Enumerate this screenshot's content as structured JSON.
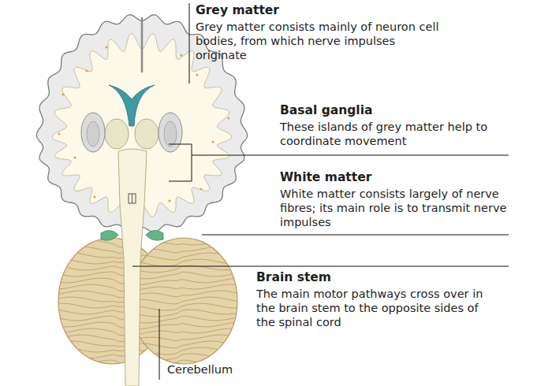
{
  "diagram": {
    "labels": [
      "Grey matter",
      "Grey matter consists mainly of neuron cell bodies, from which nerve impulses originate",
      "Basal ganglia",
      "These islands of grey matter help to coordinate movement",
      "White matter",
      "White matter consists largely of nerve fibres; its main role is to transmit nerve impulses",
      "Brain stem",
      "The main motor pathways cross over in the brain stem to the opposite sides of the spinal cord",
      "Cerebellum"
    ]
  }
}
